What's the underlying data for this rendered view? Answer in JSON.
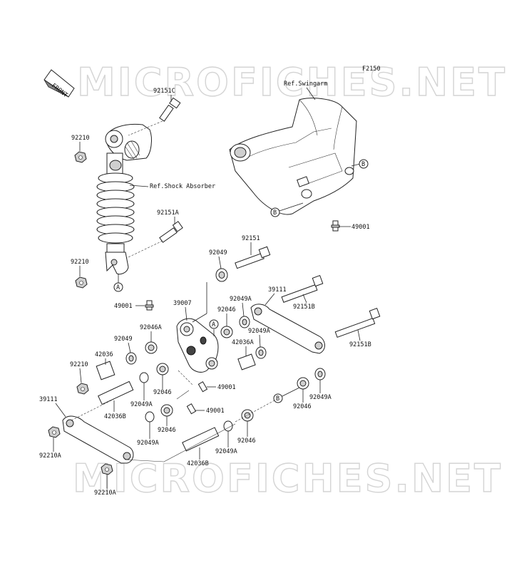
{
  "drawing_code": "F2150",
  "front_label": "FRONT",
  "watermark": "MICROFICHES.NET",
  "references": {
    "swingarm": "Ref.Swingarm",
    "shock": "Ref.Shock Absorber"
  },
  "callouts": {
    "a": "A",
    "b": "B"
  },
  "part_labels": {
    "p92151C": "92151C",
    "p92210_top": "92210",
    "p92151A": "92151A",
    "p92210_mid": "92210",
    "p49001_right": "49001",
    "p92151": "92151",
    "p92049_top": "92049",
    "p39111_right": "39111",
    "p92049A_r1": "92049A",
    "p92046_r1": "92046",
    "p92151B_1": "92151B",
    "p49001_left": "49001",
    "p39007": "39007",
    "p92046A": "92046A",
    "p92049A_r2": "92049A",
    "p92151B_2": "92151B",
    "p92049_left": "92049",
    "p42036A": "42036A",
    "p42036": "42036",
    "p92210_low": "92210",
    "p49001_c1": "49001",
    "p92046_c1": "92046",
    "p39111_left": "39111",
    "p92049A_c1": "92049A",
    "p42036B_1": "42036B",
    "p49001_c2": "49001",
    "p92049A_r3": "92049A",
    "p92046_r2": "92046",
    "p92046_c2": "92046",
    "p92210A_1": "92210A",
    "p92049A_c2": "92049A",
    "p92049A_c3": "92049A",
    "p92046_c3": "92046",
    "p42036B_2": "42036B",
    "p92210A_2": "92210A"
  }
}
